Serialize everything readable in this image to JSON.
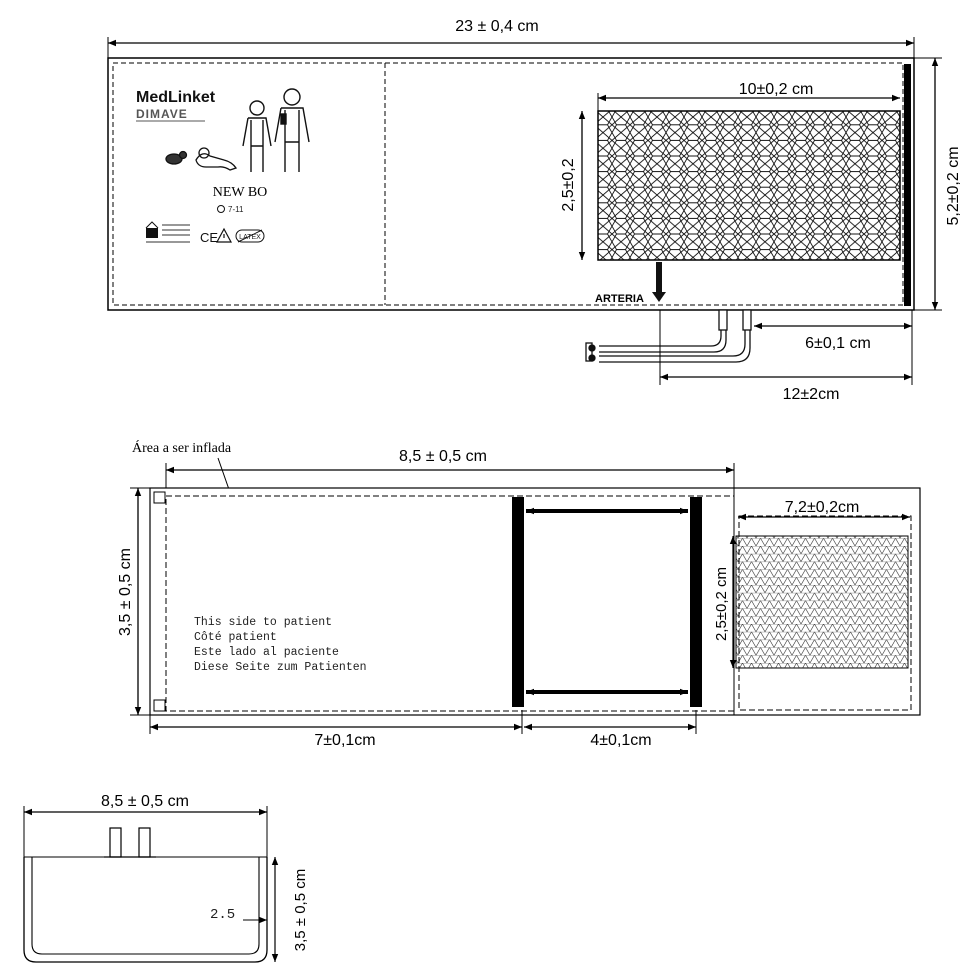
{
  "top_view": {
    "total_length": "23 ± 0,4 cm",
    "total_height": "5,2±0,2 cm",
    "bladder_width": "10±0,2 cm",
    "bladder_height": "2,5±0,2",
    "artery_label": "ARTERIA",
    "tube_offset": "6±0,1 cm",
    "tube_length": "12±2cm",
    "brand_name": "MedLinket",
    "brand_sub": "DIMAVE",
    "model": "NEW BO",
    "size_code": "7-11",
    "ce_mark": "CE",
    "latex_mark": "LATEX"
  },
  "middle_view": {
    "inflate_label": "Área a ser inflada",
    "width_label": "8,5 ± 0,5 cm",
    "height_label": "3,5 ± 0,5 cm",
    "hook_width": "7,2±0,2cm",
    "hook_height": "2,5±0,2 cm",
    "left_segment": "7±0,1cm",
    "mid_segment": "4±0,1cm",
    "patient_lines": [
      "This side to patient",
      "Côté patient",
      "Este lado al paciente",
      "Diese Seite zum Patienten"
    ]
  },
  "bottom_view": {
    "width_label": "8,5 ± 0,5 cm",
    "height_label": "3,5 ± 0,5 cm",
    "inner_label": "2.5"
  }
}
